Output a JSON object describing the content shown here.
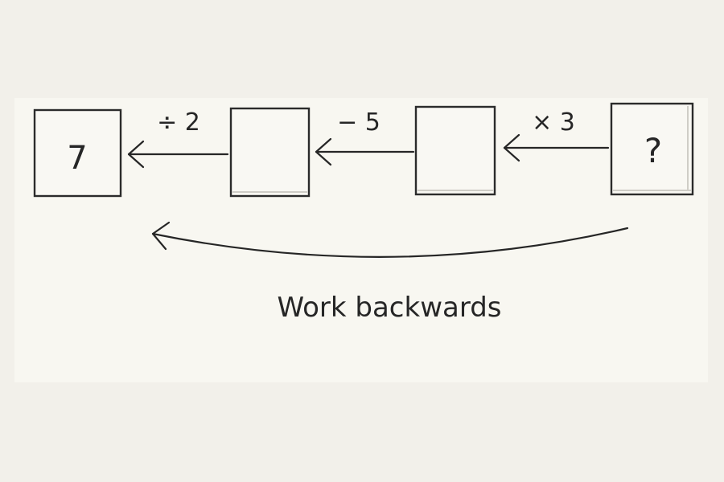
{
  "boxes": [
    {
      "label": "7"
    },
    {
      "label": ""
    },
    {
      "label": ""
    },
    {
      "label": "?"
    }
  ],
  "operations": [
    {
      "label": "÷ 2"
    },
    {
      "label": "− 5"
    },
    {
      "label": "× 3"
    }
  ],
  "caption": "Work backwards",
  "colors": {
    "ink": "#262626",
    "paper": "#f8f7f1",
    "background": "#f2f0ea"
  }
}
